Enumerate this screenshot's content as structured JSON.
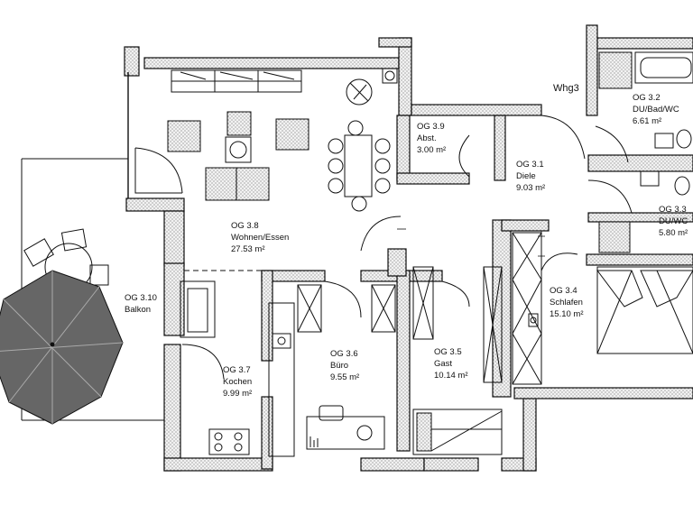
{
  "unit_label": "Whg3",
  "rooms": [
    {
      "id": "OG 3.8",
      "name": "Wohnen/Essen",
      "area": "27.53 m²"
    },
    {
      "id": "OG 3.9",
      "name": "Abst.",
      "area": "3.00 m²"
    },
    {
      "id": "OG 3.1",
      "name": "Diele",
      "area": "9.03 m²"
    },
    {
      "id": "OG 3.2",
      "name": "DU/Bad/WC",
      "area": "6.61 m²"
    },
    {
      "id": "OG 3.3",
      "name": "DU/WC",
      "area": "5.80 m²"
    },
    {
      "id": "OG 3.4",
      "name": "Schlafen",
      "area": "15.10 m²"
    },
    {
      "id": "OG 3.10",
      "name": "Balkon",
      "area": ""
    },
    {
      "id": "OG 3.7",
      "name": "Kochen",
      "area": "9.99 m²"
    },
    {
      "id": "OG 3.6",
      "name": "Büro",
      "area": "9.55 m²"
    },
    {
      "id": "OG 3.5",
      "name": "Gast",
      "area": "10.14 m²"
    }
  ],
  "colors": {
    "line": "#111111",
    "wall_fill": "#e8e8e8",
    "background": "#ffffff"
  }
}
